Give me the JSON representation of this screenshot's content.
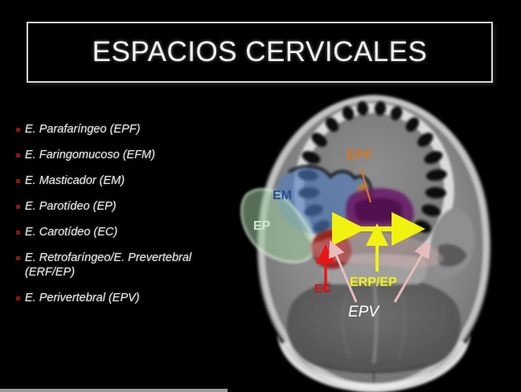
{
  "slide": {
    "title": "ESPACIOS CERVICALES",
    "background_color": "#000000",
    "title_border_color": "#d8d8d8",
    "text_color": "#efefef",
    "bullet_marker_color": "#8c1414"
  },
  "bullets": [
    {
      "label": "E. Parafaríngeo (EPF)"
    },
    {
      "label": "E. Faringomucoso (EFM)"
    },
    {
      "label": "E. Masticador (EM)"
    },
    {
      "label": "E. Parotídeo (EP)"
    },
    {
      "label": "E. Carotídeo (EC)"
    },
    {
      "label": "E. Retrofaríngeo/E. Prevertebral (ERF/EP)"
    },
    {
      "label": "E. Perivertebral (EPV)"
    }
  ],
  "mri": {
    "description": "Axial MRI of the head at the level of the maxillary dental arch with colour-shaded cervical spaces",
    "annotations": [
      {
        "id": "em",
        "text": "EM",
        "color": "#2a4d96",
        "region_color": "#4f7bbf",
        "region_name": "masticator-space"
      },
      {
        "id": "ep",
        "text": "EP",
        "color": "#cfe6cf",
        "region_color": "#9dc79d",
        "region_name": "parotid-space"
      },
      {
        "id": "epf",
        "text": "EPF",
        "color": "#d4761f",
        "region_color": "#c8792e",
        "region_name": "parapharyngeal-space"
      },
      {
        "id": "ec",
        "text": "EC",
        "color": "#d80d0d",
        "region_color": "#8e1616",
        "region_name": "carotid-space"
      },
      {
        "id": "erp_ep",
        "text": "ERP/EP",
        "color": "#f2f211",
        "region_color": "#f2f211",
        "region_name": "retropharyngeal-prevertebral-space"
      },
      {
        "id": "epv",
        "text": "EPV",
        "color": "#ffffff",
        "region_color": "#e0b4b4",
        "region_name": "perivertebral-space"
      },
      {
        "id": "pm",
        "text": "",
        "color": "#6b1d6b",
        "region_color": "#6b1d6b",
        "region_name": "pharyngeal-mucosal-space"
      }
    ]
  }
}
